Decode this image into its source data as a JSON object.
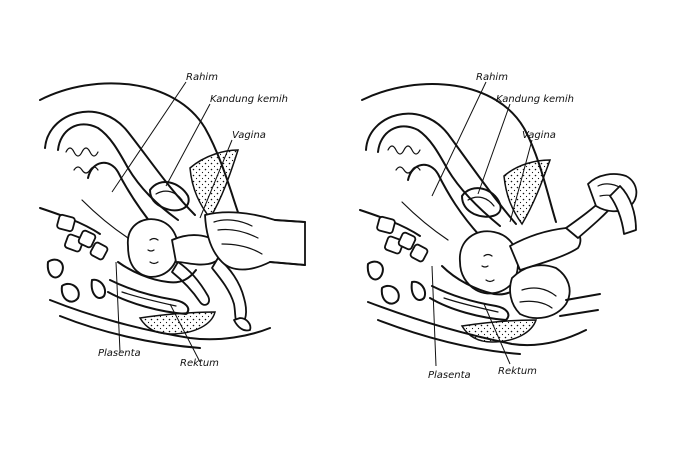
{
  "colors": {
    "ink": "#111111",
    "background": "#ffffff"
  },
  "left_panel": {
    "labels": {
      "rahim": "Rahim",
      "kandung_kemih": "Kandung kemih",
      "vagina": "Vagina",
      "plasenta": "Plasenta",
      "rektum": "Rektum"
    }
  },
  "right_panel": {
    "labels": {
      "rahim": "Rahim",
      "kandung_kemih": "Kandung kemih",
      "vagina": "Vagina",
      "plasenta": "Plasenta",
      "rektum": "Rektum"
    }
  }
}
